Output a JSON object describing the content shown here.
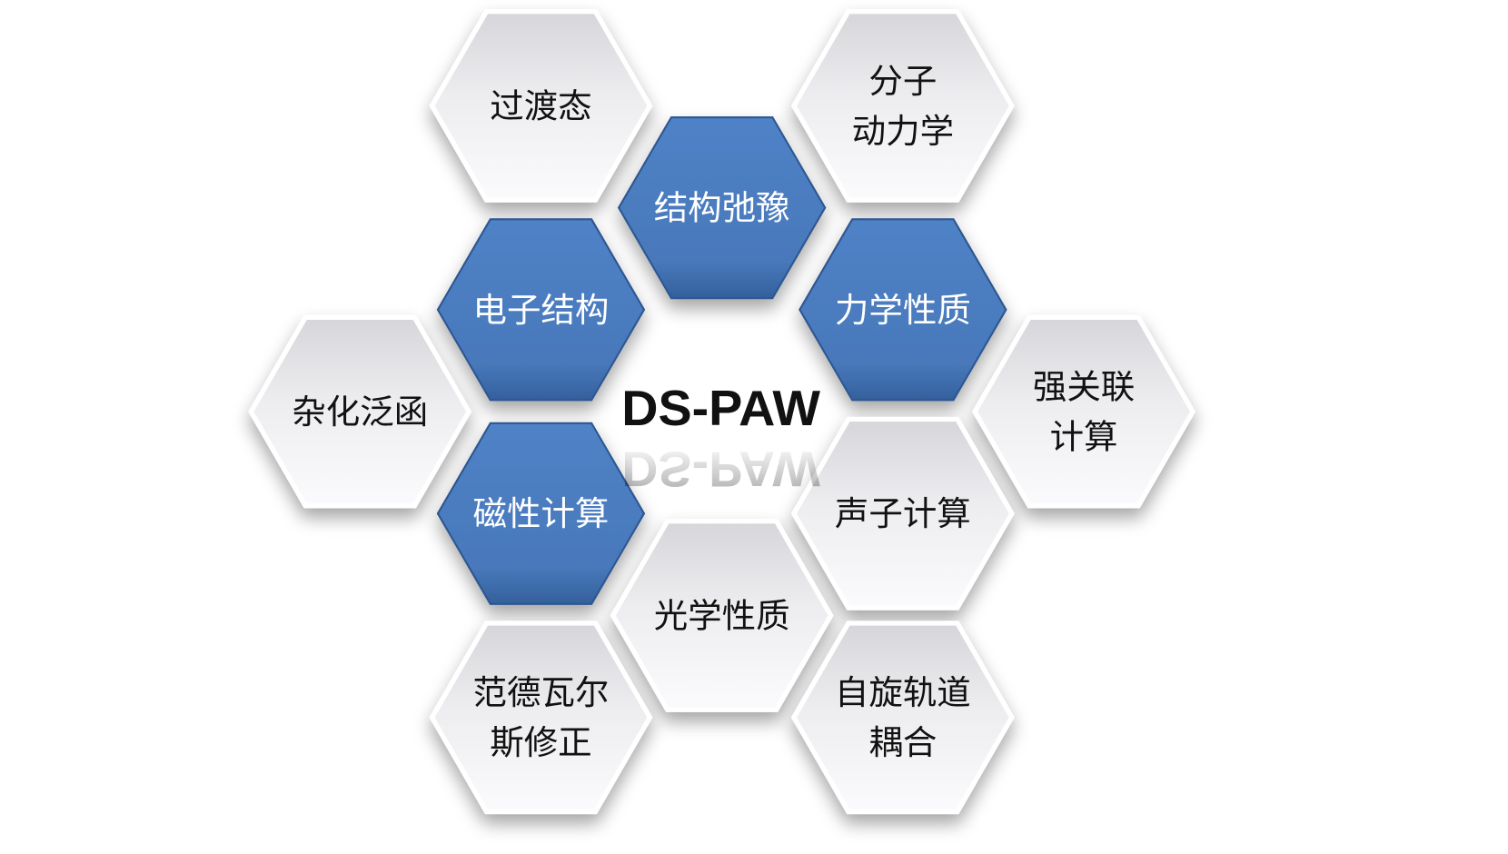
{
  "title": "DS-PAW",
  "colors": {
    "blue": "#4a7cc0",
    "blue_dark": "#2f5790",
    "white": "#f6f6f8",
    "text_dark": "#111111",
    "text_light": "#ffffff"
  },
  "nodes": [
    {
      "id": "transition-state",
      "lines": [
        "过渡态"
      ],
      "style": "white",
      "grid": [
        0,
        0
      ]
    },
    {
      "id": "molecular-dynamics",
      "lines": [
        "分子",
        "动力学"
      ],
      "style": "white",
      "grid": [
        2,
        0
      ]
    },
    {
      "id": "structure-relaxation",
      "lines": [
        "结构弛豫"
      ],
      "style": "blue",
      "grid": [
        1,
        1
      ]
    },
    {
      "id": "electronic-structure",
      "lines": [
        "电子结构"
      ],
      "style": "blue",
      "grid": [
        0,
        2
      ]
    },
    {
      "id": "mechanical-properties",
      "lines": [
        "力学性质"
      ],
      "style": "blue",
      "grid": [
        2,
        2
      ]
    },
    {
      "id": "hybrid-functional",
      "lines": [
        "杂化泛函"
      ],
      "style": "white",
      "grid": [
        -1,
        3
      ]
    },
    {
      "id": "strong-correlation",
      "lines": [
        "强关联",
        "计算"
      ],
      "style": "white",
      "grid": [
        3,
        3
      ]
    },
    {
      "id": "magnetic-calculation",
      "lines": [
        "磁性计算"
      ],
      "style": "blue",
      "grid": [
        0,
        4
      ]
    },
    {
      "id": "phonon-calculation",
      "lines": [
        "声子计算"
      ],
      "style": "white",
      "grid": [
        2,
        4
      ]
    },
    {
      "id": "optical-properties",
      "lines": [
        "光学性质"
      ],
      "style": "white",
      "grid": [
        1,
        5
      ]
    },
    {
      "id": "van-der-waals",
      "lines": [
        "范德瓦尔",
        "斯修正"
      ],
      "style": "white",
      "grid": [
        0,
        6
      ]
    },
    {
      "id": "spin-orbit-coupling",
      "lines": [
        "自旋轨道",
        "耦合"
      ],
      "style": "white",
      "grid": [
        2,
        6
      ]
    }
  ]
}
